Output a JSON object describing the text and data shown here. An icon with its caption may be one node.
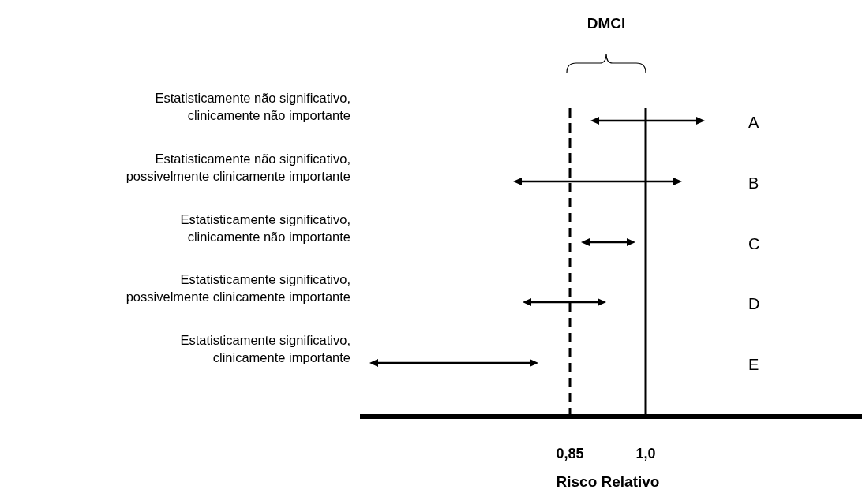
{
  "diagram": {
    "labels": [
      "DMCI",
      "Estatisticamente não significativo, clinicamente não importante",
      "A",
      "Estatisticamente não significativo, possivelmente clinicamente importante",
      "B",
      "Estatisticamente significativo, clinicamente não importante",
      "C",
      "Estatisticamente significativo, possivelmente clinicamente importante",
      "D",
      "Estatisticamente significativo, clinicamente importante",
      "E",
      "0,85",
      "1,0",
      "Risco Relativo"
    ]
  }
}
